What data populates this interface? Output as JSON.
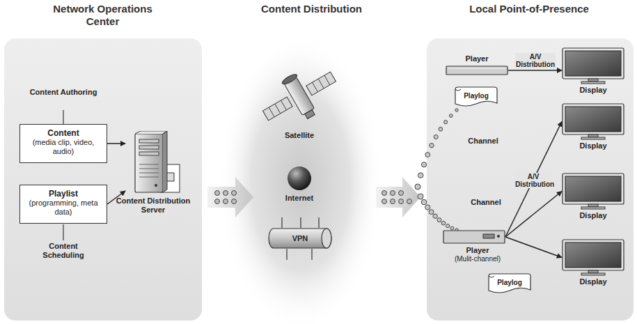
{
  "diagram": {
    "nodes": [
      {
        "text": [
          "Network Operations Center"
        ]
      },
      {
        "text": [
          "Content Distribution"
        ]
      },
      {
        "text": [
          "Local Point-of-Presence"
        ]
      },
      {
        "text": [
          "Content",
          "(media clip, video, audio)"
        ],
        "in": 0
      },
      {
        "text": [
          "Playlist",
          "(programming, meta data)"
        ],
        "in": 0
      },
      {
        "text": [
          "Content Distribution Server"
        ],
        "in": 0
      },
      {
        "text": [
          "VPN"
        ],
        "in": 1
      },
      {
        "text": [
          "Player"
        ],
        "in": 2
      },
      {
        "text": [
          "Playlog"
        ],
        "in": 2
      },
      {
        "text": [
          "Display"
        ],
        "in": 2
      },
      {
        "text": [
          "Display"
        ],
        "in": 2
      },
      {
        "text": [
          "Player",
          "(Mulit-channel)"
        ],
        "in": 2
      },
      {
        "text": [
          "Display"
        ],
        "in": 2
      },
      {
        "text": [
          "Display"
        ],
        "in": 2
      },
      {
        "text": [
          "Playlog"
        ],
        "in": 2
      }
    ],
    "edges": [
      {
        "from": 3,
        "to": 5,
        "arrow": "to"
      },
      {
        "from": 4,
        "to": 5,
        "arrow": "to"
      },
      {
        "from": 7,
        "to": 9,
        "arrow": "to",
        "label": "A/V Distribution"
      },
      {
        "from": 11,
        "to": 10,
        "arrow": "to",
        "label": "A/V Distribution"
      },
      {
        "from": 11,
        "to": 12,
        "arrow": "to"
      },
      {
        "from": 11,
        "to": 13,
        "arrow": "to"
      }
    ],
    "labels": [
      "Content Authoring",
      "Content Scheduling",
      "Satellite",
      "Internet",
      "Channel",
      "Channel"
    ]
  }
}
